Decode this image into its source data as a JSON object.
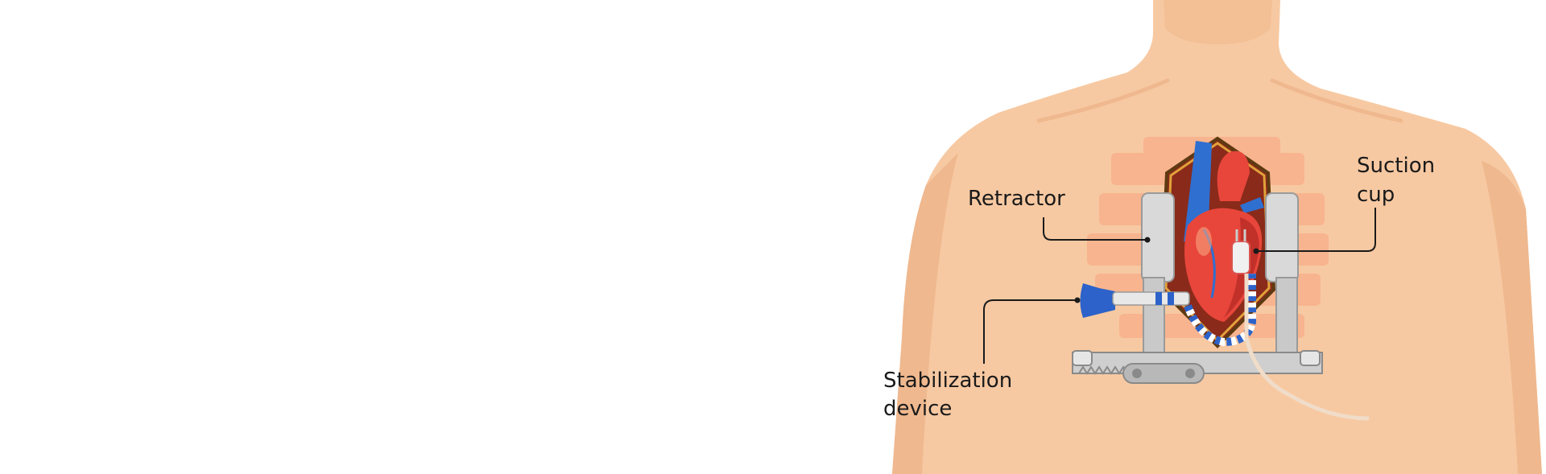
{
  "labels": {
    "retractor": "Retractor",
    "suction_line1": "Suction",
    "suction_line2": "cup",
    "stabilization_line1": "Stabilization",
    "stabilization_line2": "device"
  },
  "colors": {
    "background": "#ffffff",
    "skin": "#f7c9a2",
    "skin_shade": "#efb88e",
    "incision_glow": "#f7a37e",
    "cavity": "#8a2a1a",
    "heart": "#e8463b",
    "heart_dark": "#c2302a",
    "vein": "#2f6fd0",
    "metal": "#d9d9d9",
    "metal_dark": "#9a9a9a",
    "device_blue": "#2c62c9",
    "label_text": "#1a1a1a",
    "leader_line": "#1a1a1a"
  }
}
